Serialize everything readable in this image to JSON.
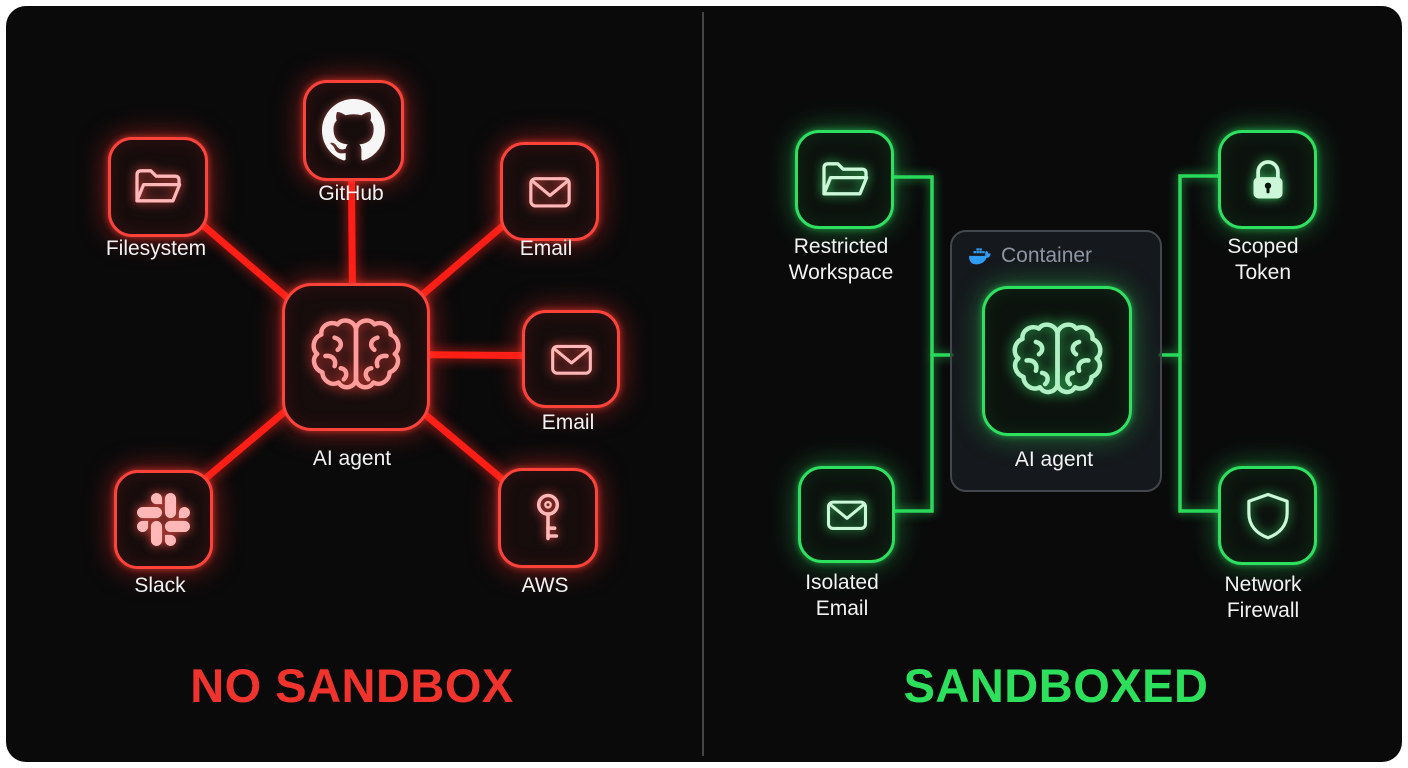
{
  "left": {
    "title": "NO SANDBOX",
    "accent": "#f0332c",
    "line_color": "#ff1f16",
    "center": {
      "label": "AI agent",
      "icon": "brain-icon"
    },
    "nodes": [
      {
        "label": "Filesystem",
        "icon": "folder-icon"
      },
      {
        "label": "GitHub",
        "icon": "github-icon"
      },
      {
        "label": "Email",
        "icon": "envelope-icon"
      },
      {
        "label": "Email",
        "icon": "envelope-icon"
      },
      {
        "label": "Slack",
        "icon": "slack-icon"
      },
      {
        "label": "AWS",
        "icon": "key-icon"
      }
    ]
  },
  "right": {
    "title": "SANDBOXED",
    "accent": "#2ce05c",
    "line_color": "#29d95b",
    "container": {
      "label": "Container",
      "icon": "docker-icon",
      "label_color": "#8d95a3",
      "docker_blue": "#2f9df4"
    },
    "center": {
      "label": "AI agent",
      "icon": "brain-icon"
    },
    "nodes": [
      {
        "label": "Restricted Workspace",
        "icon": "folder-icon"
      },
      {
        "label": "Scoped Token",
        "icon": "lock-icon"
      },
      {
        "label": "Isolated Email",
        "icon": "envelope-icon"
      },
      {
        "label": "Network Firewall",
        "icon": "shield-icon"
      }
    ]
  }
}
